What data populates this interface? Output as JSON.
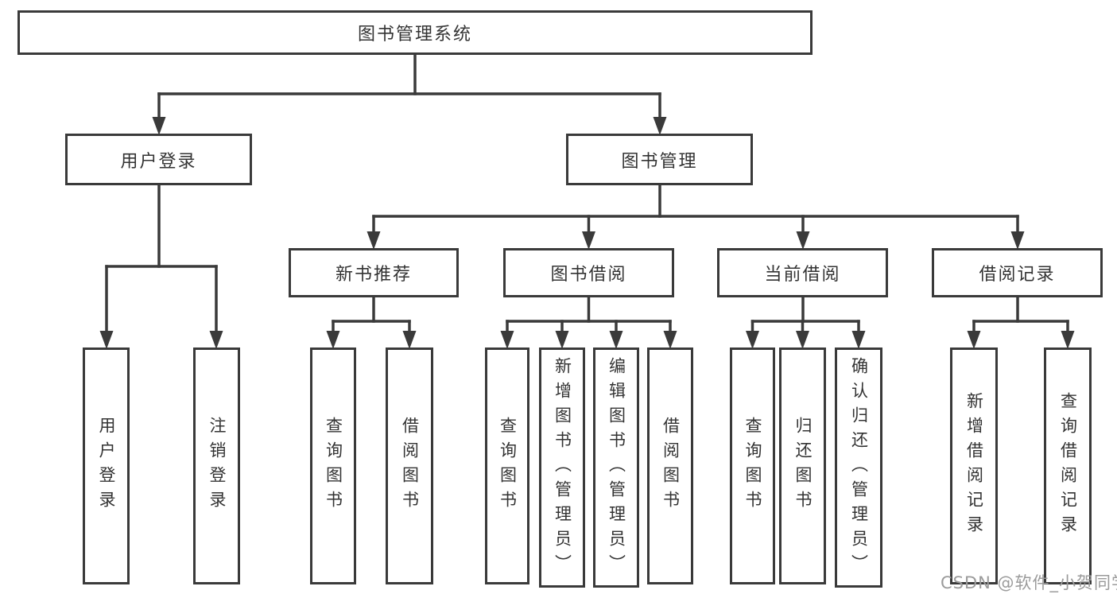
{
  "diagram_title": "图书管理系统",
  "watermark": "CSDN @软件_小贺同学",
  "colors": {
    "line": "#3a3a3a",
    "border": "#3a3a3a",
    "text": "#333333",
    "background": "#ffffff",
    "watermark": "#9b9b9b"
  },
  "nodes": {
    "root": {
      "label": "图书管理系统"
    },
    "user_login": {
      "label": "用户登录"
    },
    "book_management": {
      "label": "图书管理"
    },
    "new_book_recommend": {
      "label": "新书推荐"
    },
    "book_borrow": {
      "label": "图书借阅"
    },
    "current_borrow": {
      "label": "当前借阅"
    },
    "borrow_records": {
      "label": "借阅记录"
    },
    "leaf_user_login": {
      "label": "用户登录"
    },
    "leaf_logout": {
      "label": "注销登录"
    },
    "leaf_nb_query_books": {
      "label": "查询图书"
    },
    "leaf_nb_borrow_books": {
      "label": "借阅图书"
    },
    "leaf_bb_query_books": {
      "label": "查询图书"
    },
    "leaf_bb_add_books": {
      "label": "新增图书（管理员）"
    },
    "leaf_bb_edit_books": {
      "label": "编辑图书（管理员）"
    },
    "leaf_bb_borrow_books": {
      "label": "借阅图书"
    },
    "leaf_cb_query_books": {
      "label": "查询图书"
    },
    "leaf_cb_return_books": {
      "label": "归还图书"
    },
    "leaf_cb_confirm_return": {
      "label": "确认归还（管理员）"
    },
    "leaf_br_add_record": {
      "label": "新增借阅记录"
    },
    "leaf_br_query_record": {
      "label": "查询借阅记录"
    }
  },
  "hierarchy": {
    "图书管理系统": {
      "用户登录": [
        "用户登录",
        "注销登录"
      ],
      "图书管理": {
        "新书推荐": [
          "查询图书",
          "借阅图书"
        ],
        "图书借阅": [
          "查询图书",
          "新增图书（管理员）",
          "编辑图书（管理员）",
          "借阅图书"
        ],
        "当前借阅": [
          "查询图书",
          "归还图书",
          "确认归还（管理员）"
        ],
        "借阅记录": [
          "新增借阅记录",
          "查询借阅记录"
        ]
      }
    }
  }
}
